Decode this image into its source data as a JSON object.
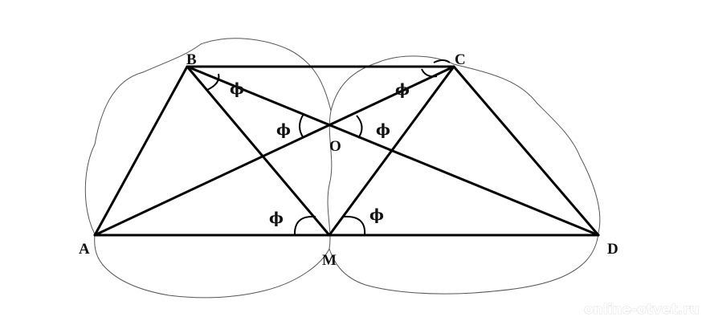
{
  "diagram": {
    "points": {
      "A": "A",
      "B": "B",
      "C": "C",
      "D": "D",
      "O": "O",
      "M": "M"
    },
    "angle_symbol": "ϕ",
    "watermark": "online-otvet.ru",
    "colors": {
      "stroke": "#000000",
      "outline": "#555555",
      "background": "#ffffff"
    }
  }
}
